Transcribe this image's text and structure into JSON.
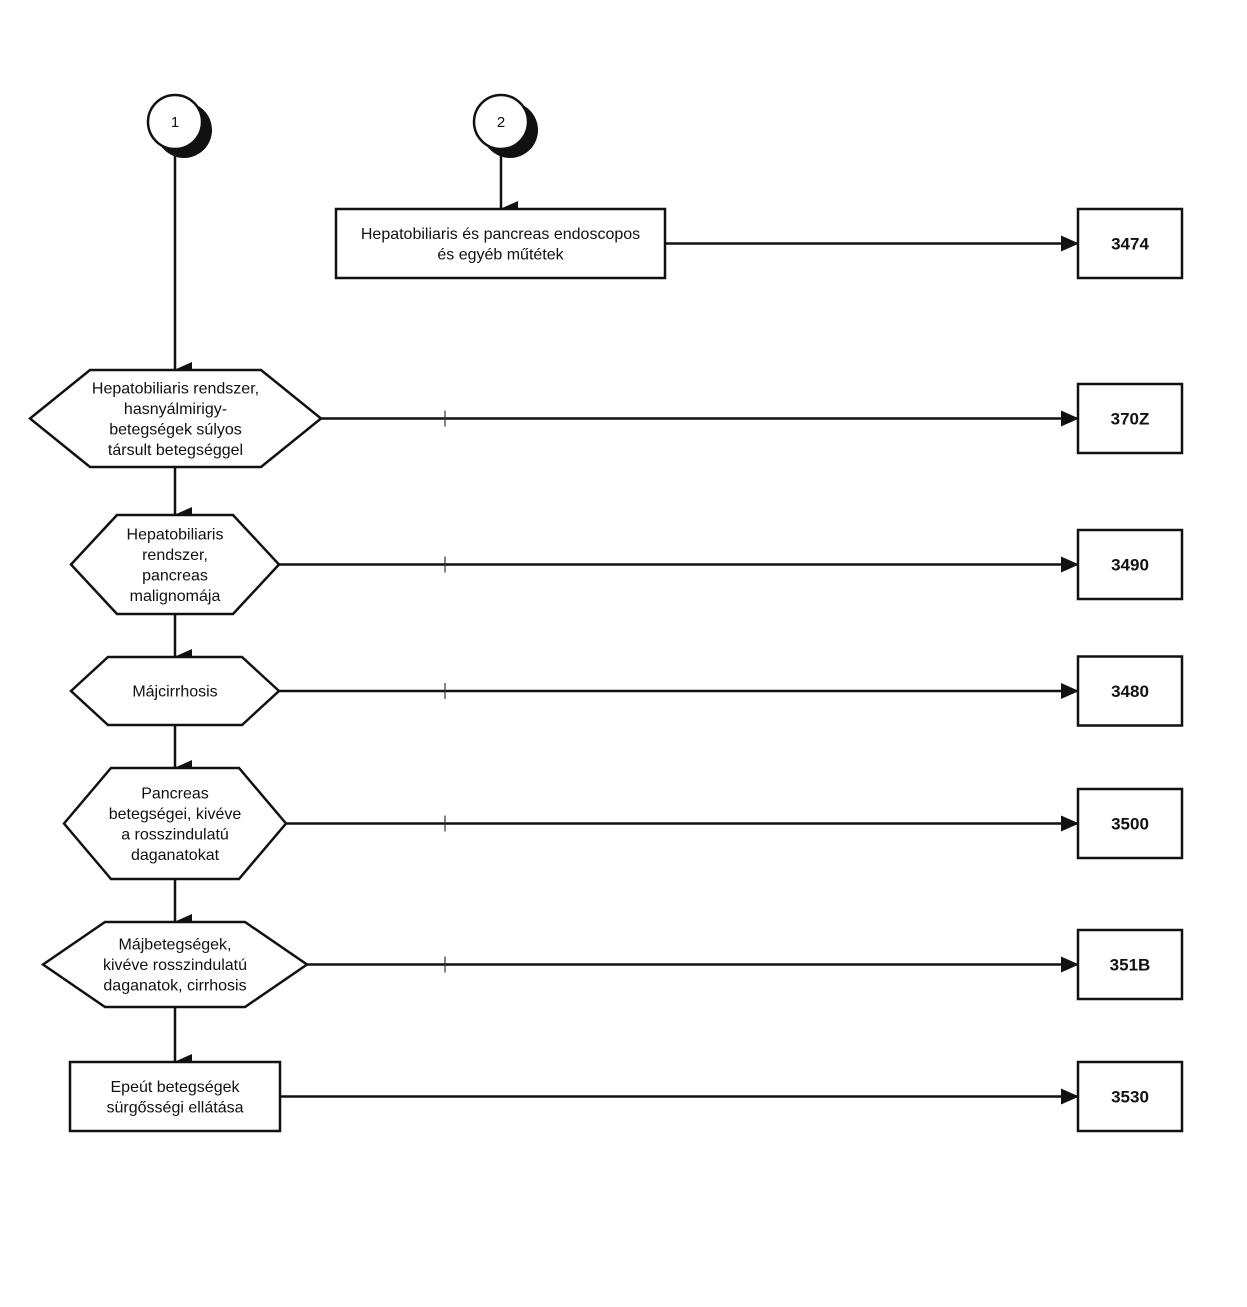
{
  "connectors": [
    {
      "id": "c1",
      "label": "1"
    },
    {
      "id": "c2",
      "label": "2"
    }
  ],
  "nodes": [
    {
      "id": "n0",
      "lines": [
        "Hepatobiliaris és pancreas endoscopos",
        "és egyéb műtétek"
      ],
      "result": "3474",
      "tick": false
    },
    {
      "id": "n1",
      "lines": [
        "Hepatobiliaris rendszer,",
        "hasnyálmirigy-",
        "betegségek súlyos",
        "társult betegséggel"
      ],
      "result": "370Z",
      "tick": true
    },
    {
      "id": "n2",
      "lines": [
        "Hepatobiliaris",
        "rendszer,",
        "pancreas",
        "malignomája"
      ],
      "result": "3490",
      "tick": true
    },
    {
      "id": "n3",
      "lines": [
        "Májcirrhosis"
      ],
      "result": "3480",
      "tick": true
    },
    {
      "id": "n4",
      "lines": [
        "Pancreas",
        "betegségei, kivéve",
        "a rosszindulatú",
        "daganatokat"
      ],
      "result": "3500",
      "tick": true
    },
    {
      "id": "n5",
      "lines": [
        "Májbetegségek,",
        "kivéve rosszindulatú",
        "daganatok, cirrhosis"
      ],
      "result": "351B",
      "tick": true
    },
    {
      "id": "n6",
      "lines": [
        "Epeút betegségek",
        "sürgősségi ellátása"
      ],
      "result": "3530",
      "tick": false
    }
  ]
}
